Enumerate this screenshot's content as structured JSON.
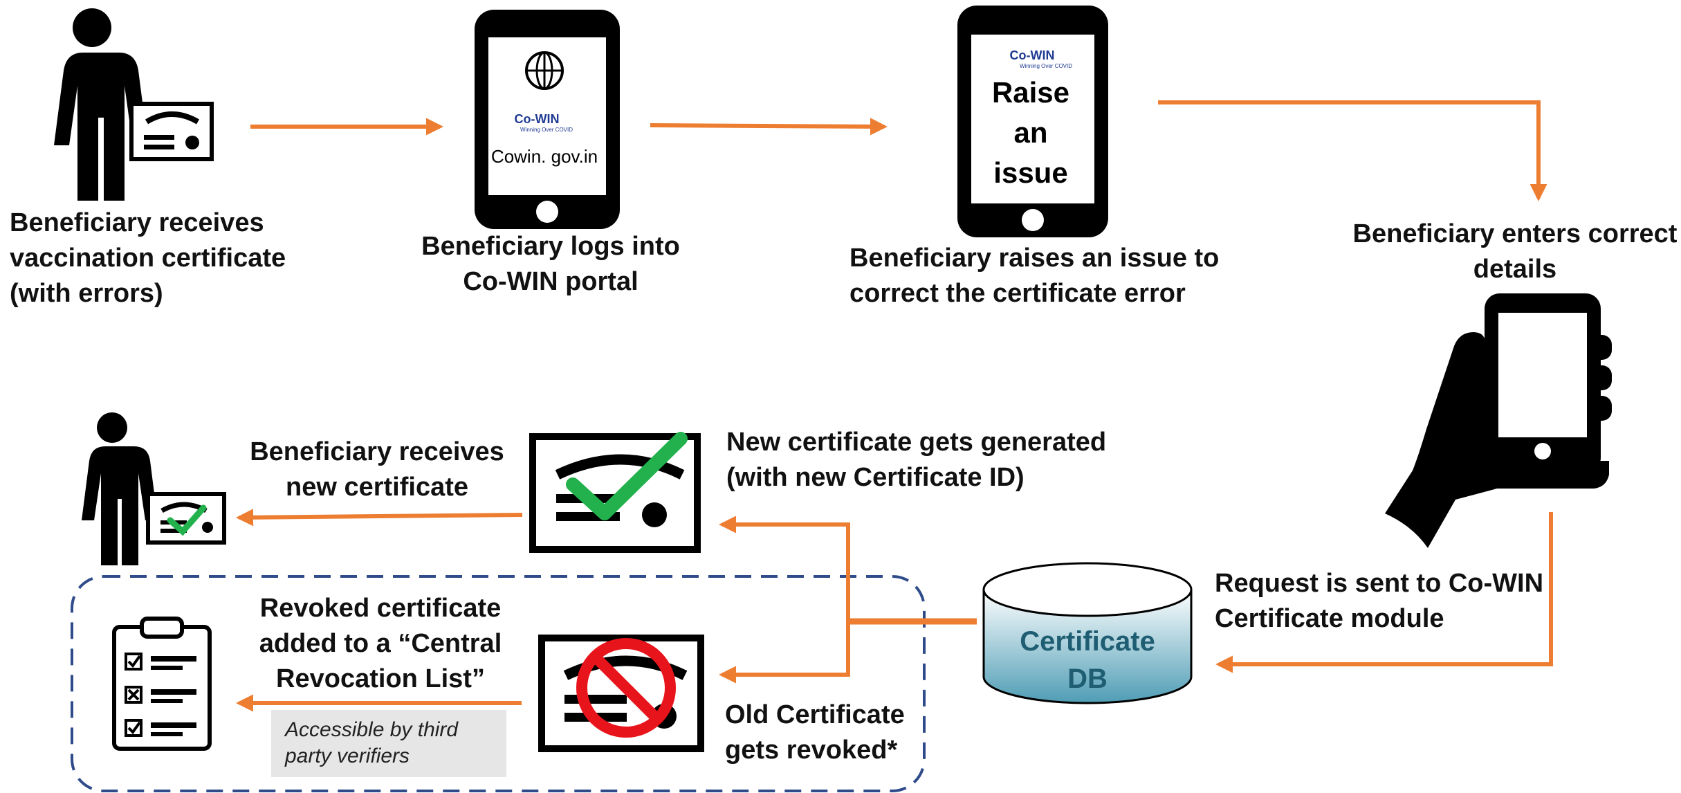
{
  "steps": {
    "receive_cert": "Beneficiary receives\nvaccination certificate\n(with errors)",
    "login": "Beneficiary logs into\nCo-WIN portal",
    "raise_issue": "Beneficiary raises an issue to\ncorrect the certificate error",
    "enter_details": "Beneficiary enters correct\ndetails",
    "request_sent": "Request is sent to Co-WIN\nCertificate module",
    "new_generated": "New certificate gets generated\n(with new Certificate ID)",
    "receives_new": "Beneficiary receives\nnew certificate",
    "old_revoked": "Old Certificate\ngets revoked*",
    "revocation_list": "Revoked certificate\nadded to a “Central\nRevocation List”",
    "third_party_note": "Accessible by third\nparty verifiers"
  },
  "phones": {
    "login_brand": "Co-WIN",
    "login_tagline": "Winning Over COVID",
    "login_url": "Cowin. gov.in",
    "issue_brand": "Co-WIN",
    "issue_tagline": "Winning Over COVID",
    "issue_line1": "Raise",
    "issue_line2": "an",
    "issue_line3": "issue"
  },
  "database": {
    "line1": "Certificate",
    "line2": "DB"
  },
  "colors": {
    "arrow": "#ed7d31",
    "dashed_border": "#2f4b8a",
    "db_top": "#ffffff",
    "db_bottom": "#4f9db5",
    "db_text": "#1f5d73",
    "check": "#22b14c",
    "prohibit": "#e8141b",
    "brand_blue": "#1f3a93",
    "brand_orange": "#ed7d31"
  }
}
